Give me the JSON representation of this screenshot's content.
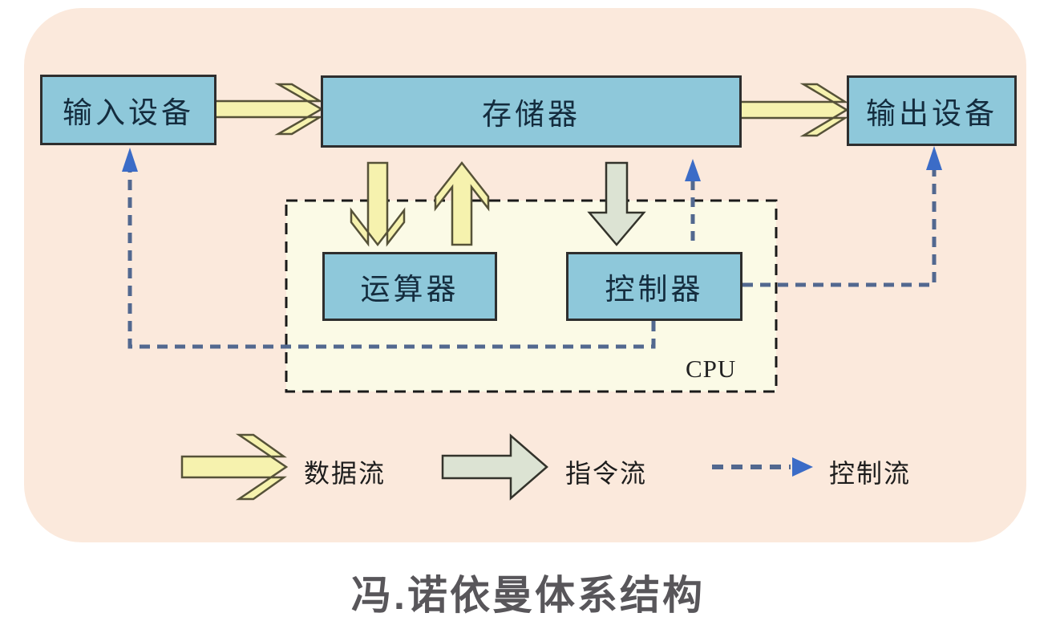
{
  "diagram": {
    "title": "冯.诺依曼体系结构",
    "cpu_label": "CPU",
    "boxes": {
      "input_device": {
        "label": "输入设备"
      },
      "memory": {
        "label": "存储器"
      },
      "output_device": {
        "label": "输出设备"
      },
      "alu": {
        "label": "运算器"
      },
      "control_unit": {
        "label": "控制器"
      }
    },
    "legend": {
      "data_flow": {
        "label": "数据流"
      },
      "instruction_flow": {
        "label": "指令流"
      },
      "control_flow": {
        "label": "控制流"
      }
    },
    "colors": {
      "panel_background": "#fbe9dc",
      "box_fill": "#8ec8da",
      "box_border": "#2e2e2e",
      "cpu_area_fill": "#fbfae6",
      "cpu_border": "#1a1a1a",
      "data_flow_fill": "#f6f2ae",
      "data_flow_border": "#565238",
      "instruction_flow_fill": "#dce3d3",
      "instruction_flow_border": "#33332b",
      "control_flow_dash": "#52688f",
      "control_flow_head": "#3b6cc7",
      "title_color": "#58565a"
    }
  }
}
